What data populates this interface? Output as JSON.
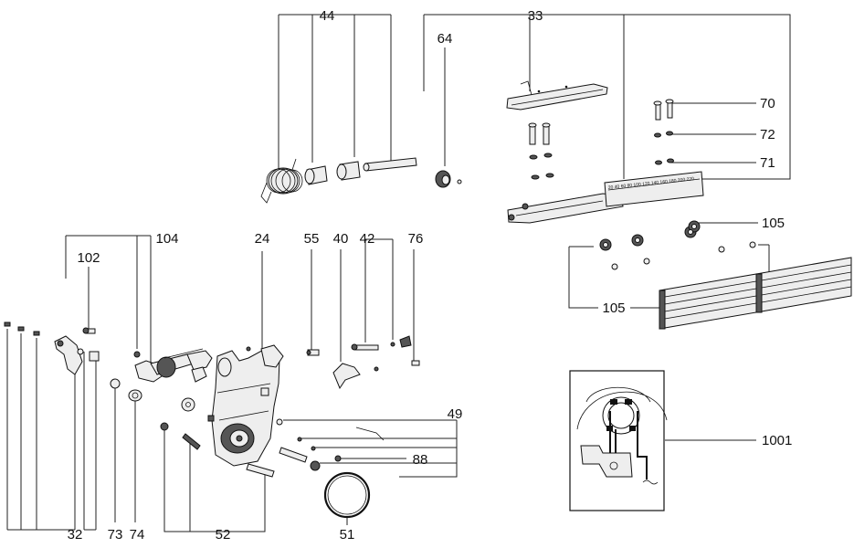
{
  "labels": {
    "l44": "44",
    "l33": "33",
    "l64": "64",
    "l70": "70",
    "l72": "72",
    "l71": "71",
    "l105a": "105",
    "l105b": "105",
    "l104": "104",
    "l102": "102",
    "l24": "24",
    "l55": "55",
    "l40": "40",
    "l42": "42",
    "l76": "76",
    "l49": "49",
    "l88": "88",
    "l1001": "1001",
    "l32": "32",
    "l73": "73",
    "l74": "74",
    "l52": "52",
    "l51": "51"
  },
  "scale_text": "20 40 60 80 100 120 140 160 180 200 220"
}
